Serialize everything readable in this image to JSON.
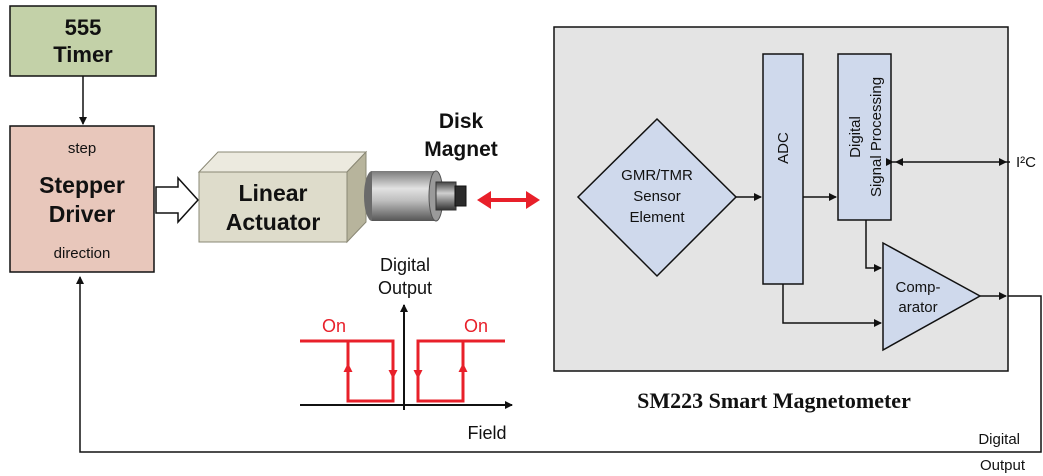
{
  "blocks": {
    "timer": {
      "line1": "555",
      "line2": "Timer"
    },
    "driver": {
      "step": "step",
      "line1": "Stepper",
      "line2": "Driver",
      "direction": "direction"
    },
    "actuator": {
      "line1": "Linear",
      "line2": "Actuator"
    },
    "magnet": {
      "line1": "Disk",
      "line2": "Magnet"
    },
    "sensor": {
      "line1": "GMR/TMR",
      "line2": "Sensor",
      "line3": "Element"
    },
    "adc": {
      "label": "ADC"
    },
    "dsp": {
      "line1": "Digital",
      "line2": "Signal Processing"
    },
    "comparator": {
      "line1": "Comp-",
      "line2": "arator"
    },
    "i2c": {
      "label": "I²C"
    },
    "magnetometer": {
      "title": "SM223 Smart Magnetometer"
    }
  },
  "hysteresis": {
    "ylabel1": "Digital",
    "ylabel2": "Output",
    "xlabel": "Field",
    "on_left": "On",
    "on_right": "On"
  },
  "output": {
    "line1": "Digital",
    "line2": "Output"
  },
  "colors": {
    "timer_fill": "#c3d1a8",
    "driver_fill": "#e8c7bb",
    "actuator_fill": "#dedccb",
    "block_fill": "#cfd9ec",
    "panel_fill": "#e4e4e4",
    "accent_red": "#e8202a"
  }
}
